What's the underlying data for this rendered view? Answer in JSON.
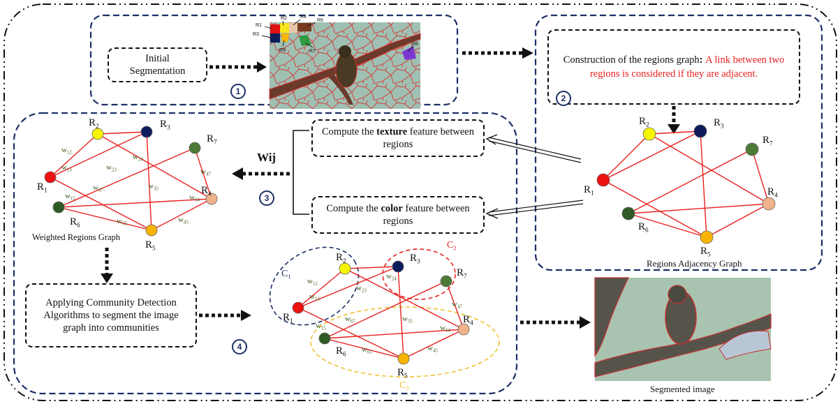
{
  "initial_segmentation": "Initial\nSegmentation",
  "construction_title": "Construction of the regions graph",
  "construction_colon": ": ",
  "construction_red": "A link between two regions is considered if they are adjacent.",
  "texture_pre": "Compute the ",
  "texture_bold": "texture",
  "texture_post": " feature between regions",
  "color_pre": "Compute the ",
  "color_bold": "color",
  "color_post": " feature between regions",
  "community_box": "Applying Community Detection Algorithms to segment the image graph into communities",
  "wij": "Wij",
  "steps": [
    "1",
    "2",
    "3",
    "4"
  ],
  "weighted_graph_label": "Weighted Regions Graph",
  "adjacency_graph_label": "Regions Adjacency Graph",
  "segmented_label": "Segmented image",
  "community_labels": [
    "C1",
    "C2",
    "C3"
  ],
  "region_labels": [
    "R1",
    "R2",
    "R3",
    "R4",
    "R5",
    "R6",
    "R7"
  ],
  "weight_labels": [
    "w12",
    "w13",
    "w23",
    "w24",
    "w67",
    "w35",
    "w47",
    "w15",
    "w64",
    "w65",
    "w45"
  ],
  "colors": {
    "R1": "#ee1111",
    "R2": "#f5f500",
    "R3": "#0f1c5c",
    "R4": "#f0b28a",
    "R5": "#f7b400",
    "R6": "#2f5a25",
    "R7": "#4d7a37",
    "edge": "#e8201f",
    "blue_dash": "#1b2f66",
    "weight_text": "#3a5a1a",
    "c1": "#1b2f66",
    "c2": "#e8201f",
    "c3": "#f0c030"
  }
}
